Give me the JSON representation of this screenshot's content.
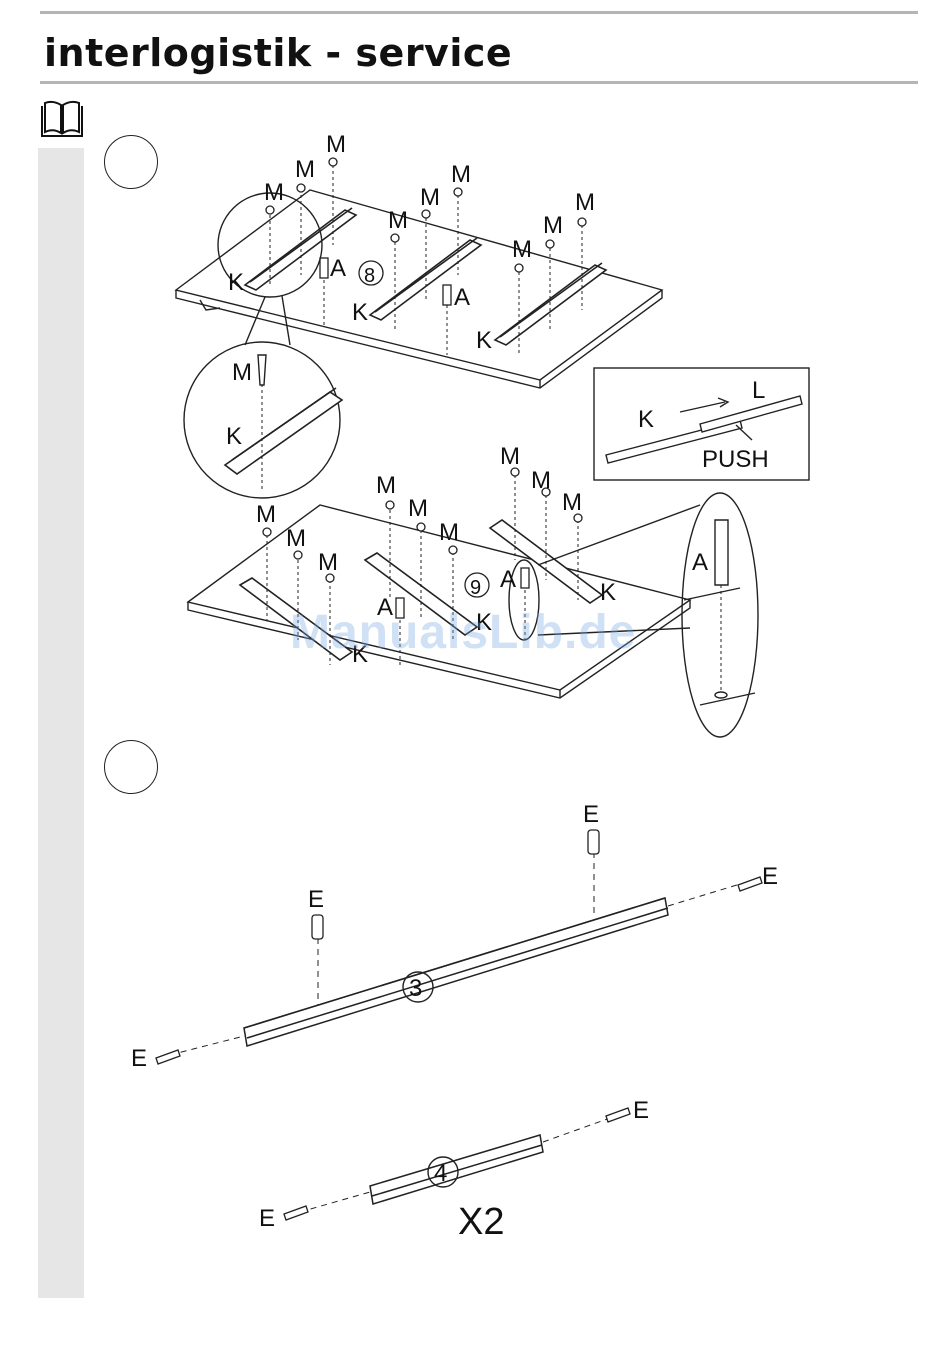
{
  "header": {
    "brand": "interlogistik - service"
  },
  "icons": {
    "manual": "book-icon"
  },
  "labels": {
    "M": "M",
    "K": "K",
    "A": "A",
    "L": "L",
    "E": "E",
    "push": "PUSH",
    "part8": "8",
    "part9": "9",
    "part3": "3",
    "part4": "4",
    "multiplier": "X2"
  },
  "watermark": "ManualsLib.de"
}
